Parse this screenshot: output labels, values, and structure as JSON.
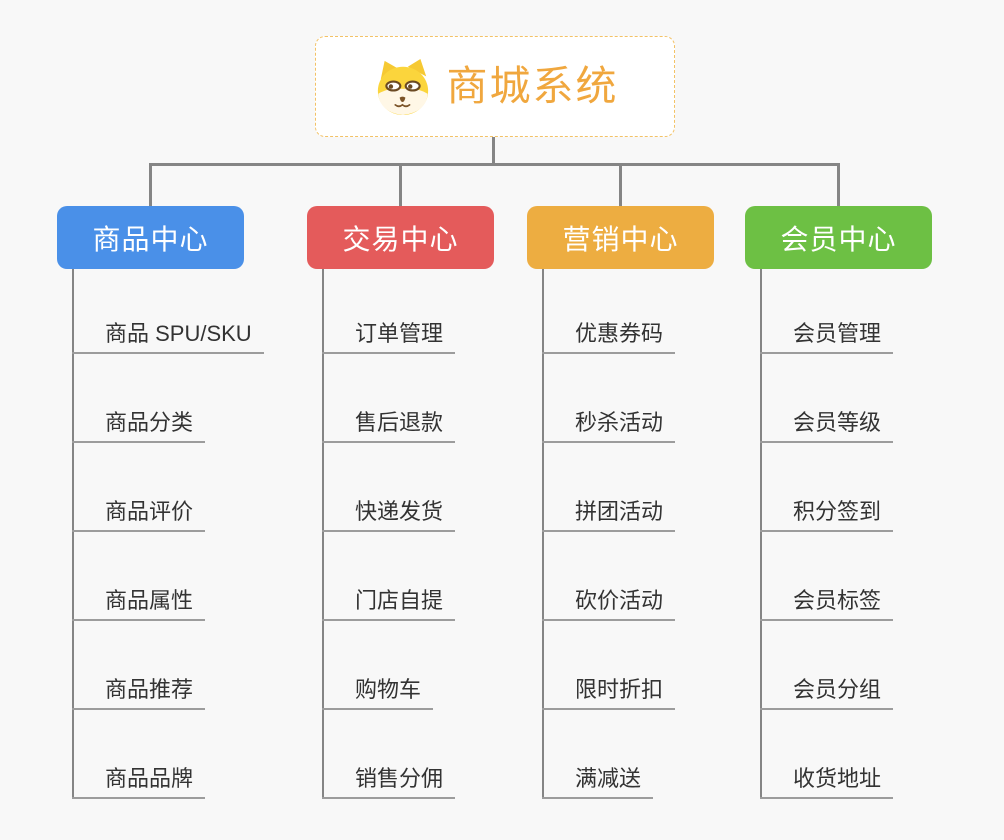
{
  "canvas": {
    "bg": "#f8f8f8",
    "connector_color": "#858585",
    "underline_color": "#9c9c9c",
    "leaf_text_color": "#333333"
  },
  "root": {
    "title": "商城系统",
    "icon": "dog-face-icon",
    "text_color": "#F0A73E",
    "border_color": "#F3C266",
    "bg": "#ffffff"
  },
  "branches": [
    {
      "label": "商品中心",
      "color": "#4A90E8",
      "items": [
        "商品 SPU/SKU",
        "商品分类",
        "商品评价",
        "商品属性",
        "商品推荐",
        "商品品牌"
      ]
    },
    {
      "label": "交易中心",
      "color": "#E45B5B",
      "items": [
        "订单管理",
        "售后退款",
        "快递发货",
        "门店自提",
        "购物车",
        "销售分佣"
      ]
    },
    {
      "label": "营销中心",
      "color": "#EDAD41",
      "items": [
        "优惠券码",
        "秒杀活动",
        "拼团活动",
        "砍价活动",
        "限时折扣",
        "满减送"
      ]
    },
    {
      "label": "会员中心",
      "color": "#6DC044",
      "items": [
        "会员管理",
        "会员等级",
        "积分签到",
        "会员标签",
        "会员分组",
        "收货地址"
      ]
    }
  ]
}
